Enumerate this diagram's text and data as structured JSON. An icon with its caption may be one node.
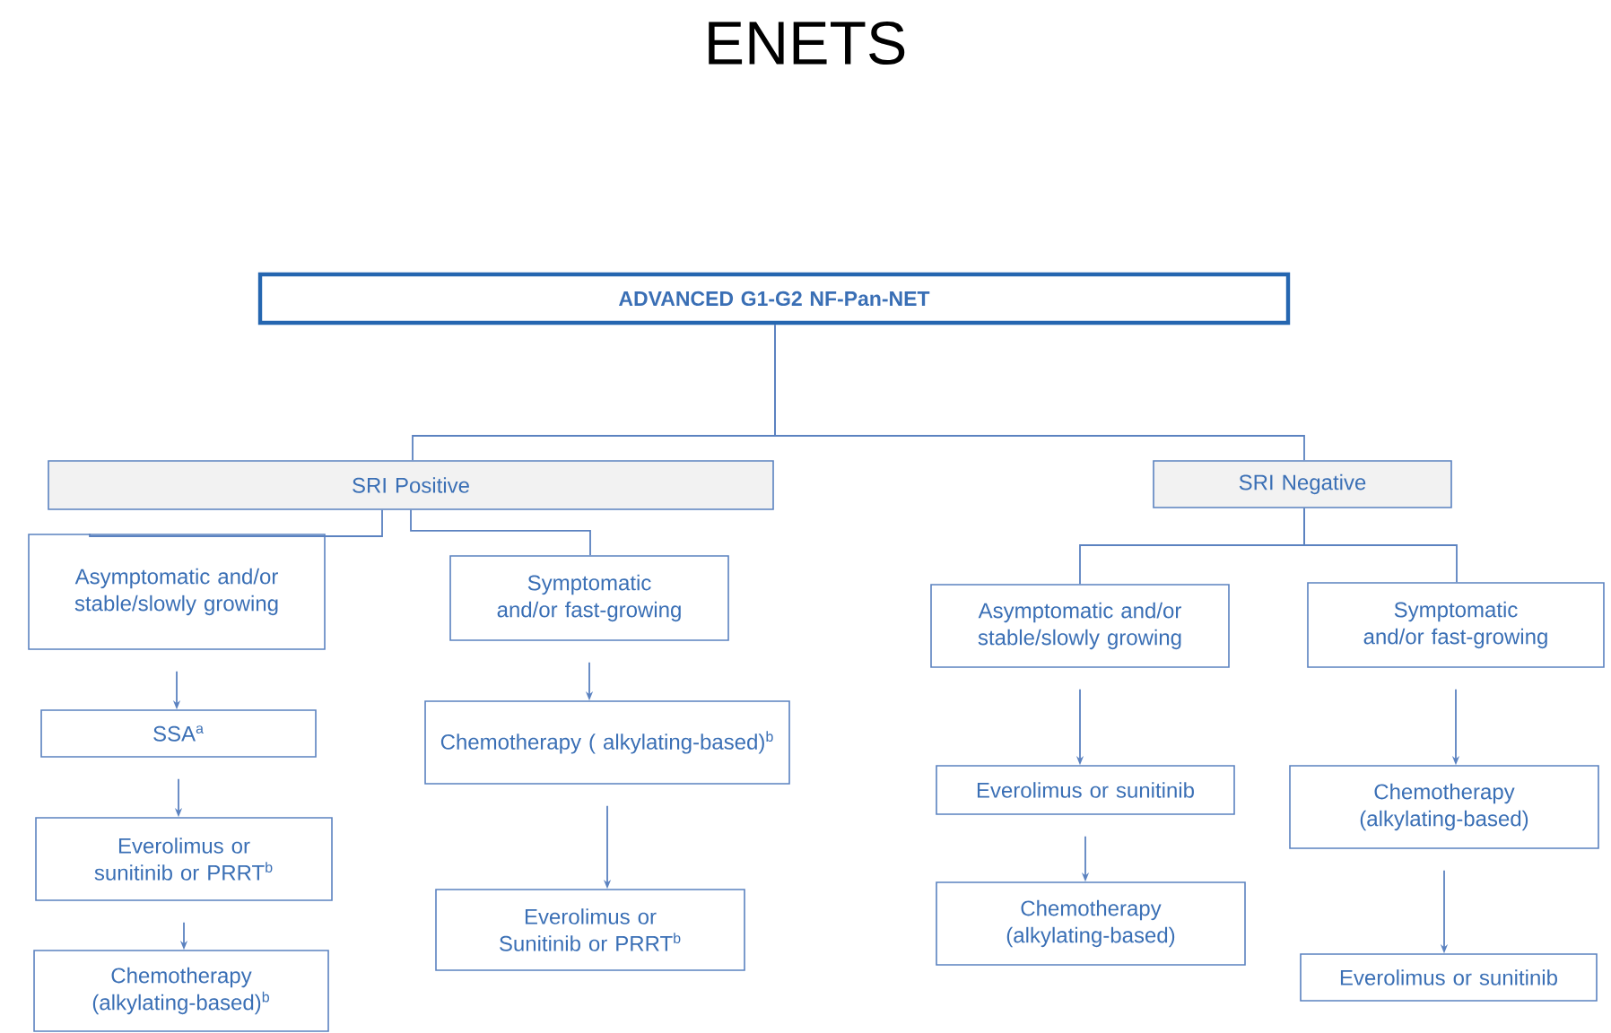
{
  "diagram": {
    "title": "ENETS",
    "nodes": [
      {
        "text": [
          "ADVANCED G1-G2 NF-Pan-NET"
        ]
      },
      {
        "text": [
          "SRI Positive"
        ]
      },
      {
        "text": [
          "SRI Negative"
        ]
      },
      {
        "text": [
          "Asymptomatic and/or stable/slowly growing"
        ]
      },
      {
        "text": [
          "Symptomatic and/or fast-growing"
        ]
      },
      {
        "text": [
          "SSA$^{a}$"
        ]
      },
      {
        "text": [
          "Chemotherapy ( alkylating-based)$^{b}$"
        ]
      },
      {
        "text": [
          "Everolimus or sunitinib or PRRT$^{b}$"
        ]
      },
      {
        "text": [
          "Everolimus or Sunitinib or PRRT$^{b}$"
        ]
      },
      {
        "text": [
          "Chemotherapy (alkylating-based)$^{b}$"
        ]
      },
      {
        "text": [
          "Asymptomatic and/or stable/slowly growing"
        ]
      },
      {
        "text": [
          "Symptomatic and/or fast-growing"
        ]
      },
      {
        "text": [
          "Everolimus or sunitinib"
        ]
      },
      {
        "text": [
          "Chemotherapy (alkylating-based)"
        ]
      },
      {
        "text": [
          "Chemotherapy (alkylating-based)"
        ]
      },
      {
        "text": [
          "Everolimus or sunitinib"
        ]
      }
    ],
    "edges": [
      {
        "from": 0,
        "to": 1,
        "arrow": "none"
      },
      {
        "from": 0,
        "to": 2,
        "arrow": "none"
      },
      {
        "from": 1,
        "to": 3,
        "arrow": "none"
      },
      {
        "from": 1,
        "to": 4,
        "arrow": "none"
      },
      {
        "from": 2,
        "to": 10,
        "arrow": "none"
      },
      {
        "from": 2,
        "to": 11,
        "arrow": "none"
      },
      {
        "from": 3,
        "to": 5,
        "arrow": "to"
      },
      {
        "from": 5,
        "to": 7,
        "arrow": "to"
      },
      {
        "from": 7,
        "to": 9,
        "arrow": "to"
      },
      {
        "from": 4,
        "to": 6,
        "arrow": "to"
      },
      {
        "from": 6,
        "to": 8,
        "arrow": "to"
      },
      {
        "from": 10,
        "to": 12,
        "arrow": "to"
      },
      {
        "from": 12,
        "to": 14,
        "arrow": "to"
      },
      {
        "from": 11,
        "to": 13,
        "arrow": "to"
      },
      {
        "from": 13,
        "to": 15,
        "arrow": "to"
      }
    ]
  }
}
